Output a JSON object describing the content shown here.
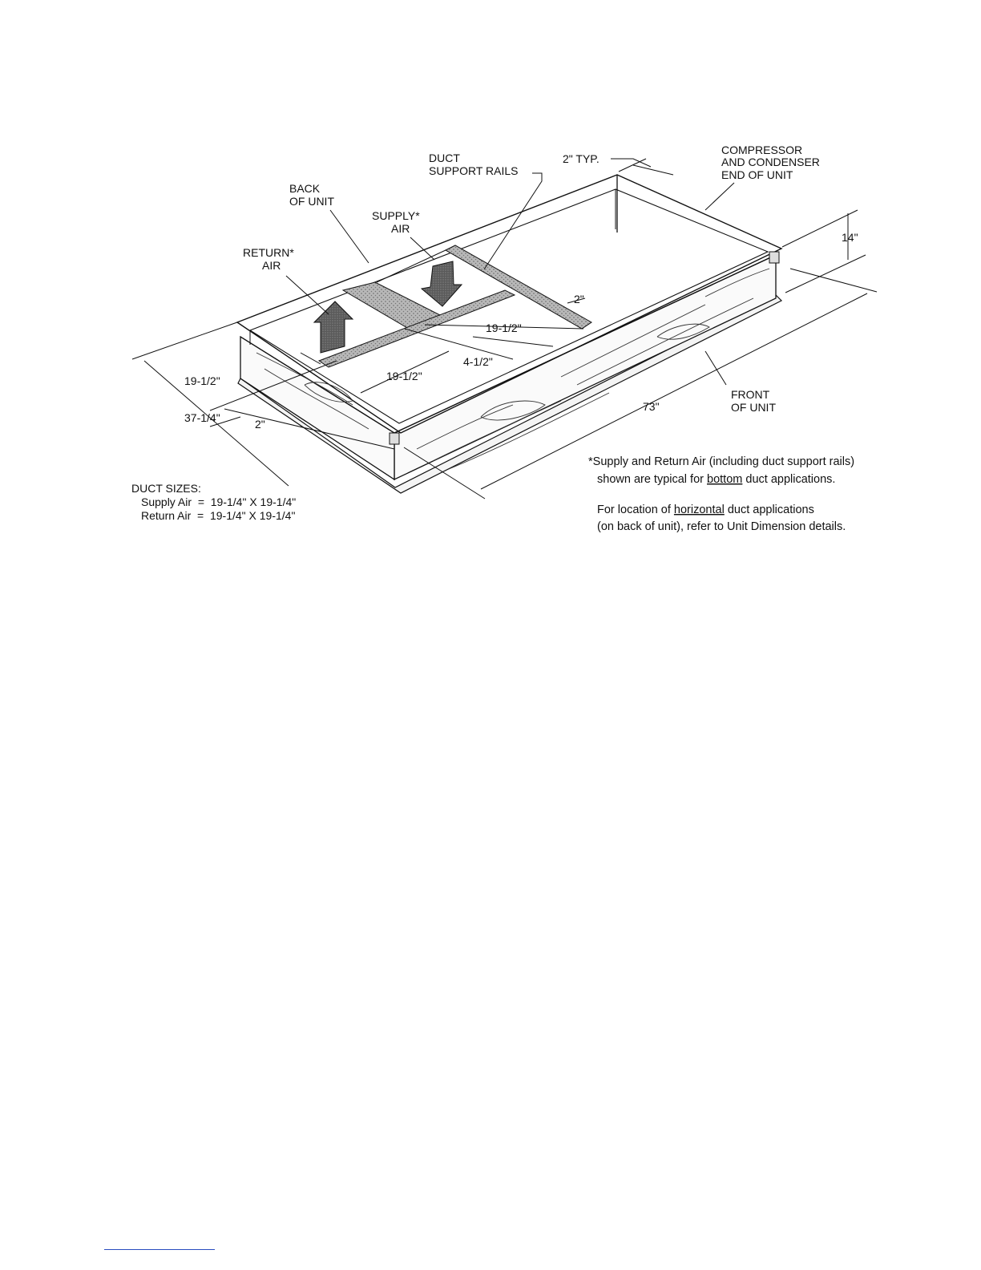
{
  "labels": {
    "duct_support_rails": [
      "DUCT",
      "SUPPORT RAILS"
    ],
    "typ": "2\" TYP.",
    "compressor_end": [
      "COMPRESSOR",
      "AND CONDENSER",
      "END OF UNIT"
    ],
    "back_of_unit": [
      "BACK",
      "OF UNIT"
    ],
    "supply_air": [
      "SUPPLY*",
      "AIR"
    ],
    "return_air": [
      "RETURN*",
      "AIR"
    ],
    "front_of_unit": [
      "FRONT",
      "OF UNIT"
    ]
  },
  "dimensions": {
    "height": "14\"",
    "rail_width": "2\"",
    "supply_width": "19-1/2\"",
    "gap": "4-1/2\"",
    "return_width": "19-1/2\"",
    "side_opening": "19-1/2\"",
    "depth": "37-1/4\"",
    "side_rail": "2\"",
    "length": "73\""
  },
  "duct_sizes": {
    "heading": "DUCT SIZES:",
    "supply": "Supply Air  =  19-1/4\" X 19-1/4\"",
    "return": "Return Air  =  19-1/4\" X 19-1/4\""
  },
  "notes": {
    "line1": "*Supply and Return Air (including duct support rails)",
    "line2_pre": "shown are typical for ",
    "line2_u": "bottom",
    "line2_post": " duct applications.",
    "line3_pre": "For location of ",
    "line3_u": "horizontal",
    "line3_post": " duct applications",
    "line4": "(on back of unit), refer to Unit Dimension details."
  }
}
